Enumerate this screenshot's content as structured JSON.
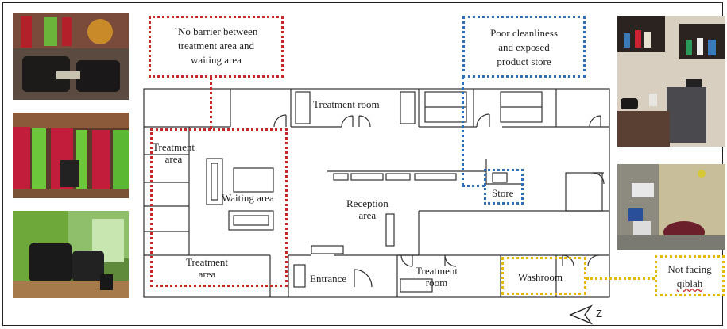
{
  "plan": {
    "rooms": {
      "treatment_room_top": "Treatment room",
      "treatment_area_left": "Treatment\narea",
      "waiting_area": "Waiting area",
      "treatment_area_bottom": "Treatment\narea",
      "reception_area": "Reception\narea",
      "store": "Store",
      "entrance": "Entrance",
      "treatment_room_bottom": "Treatment\nroom",
      "washroom": "Washroom"
    },
    "compass_letter": "Z"
  },
  "callouts": {
    "no_barrier": "`No barrier between\ntreatment area and\nwaiting area",
    "poor_cleanliness": "Poor cleanliness\nand exposed\nproduct store",
    "qiblah_line1": "Not facing",
    "qiblah_line2": "qiblah"
  },
  "colors": {
    "barrier_issue": "#c62828",
    "cleanliness_issue": "#2f6fb8",
    "qiblah_issue": "#e6b800"
  },
  "photos": [
    {
      "name": "photo-waiting-lounge"
    },
    {
      "name": "photo-curtained-treatment"
    },
    {
      "name": "photo-washing-station"
    },
    {
      "name": "photo-store-kitchenette"
    },
    {
      "name": "photo-washroom-toilet"
    }
  ]
}
